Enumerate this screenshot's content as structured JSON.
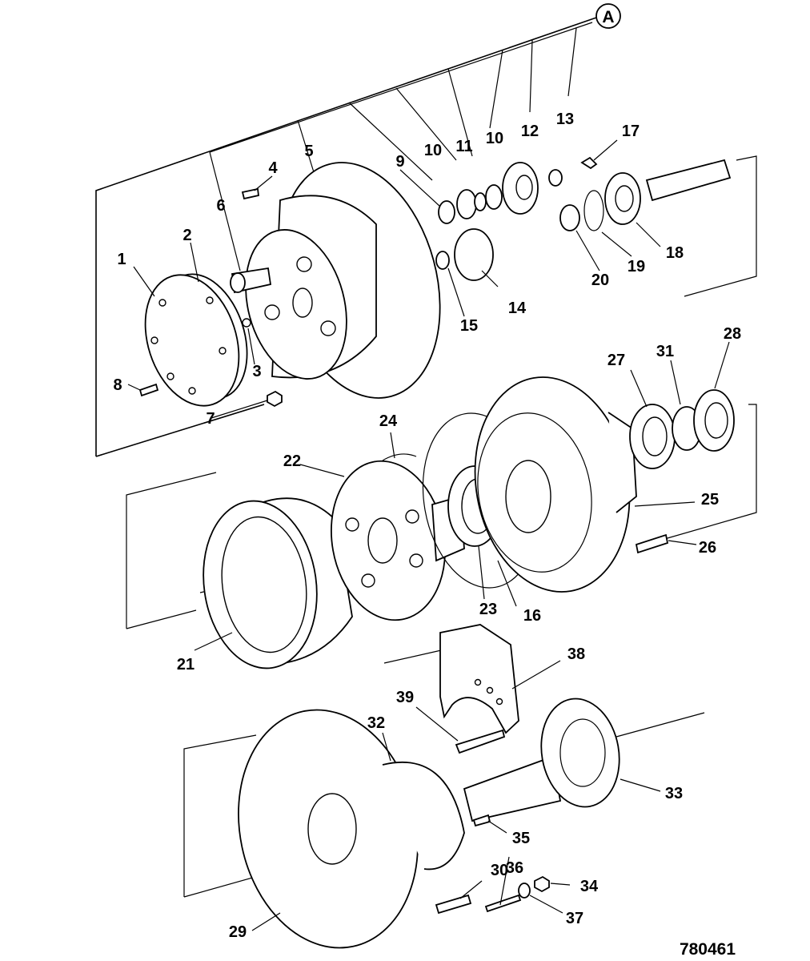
{
  "reference_marker": "A",
  "drawing_number": "780461",
  "callouts": [
    {
      "id": "1",
      "text": "1"
    },
    {
      "id": "2",
      "text": "2"
    },
    {
      "id": "3",
      "text": "3"
    },
    {
      "id": "4",
      "text": "4"
    },
    {
      "id": "5",
      "text": "5"
    },
    {
      "id": "6",
      "text": "6"
    },
    {
      "id": "7",
      "text": "7"
    },
    {
      "id": "8",
      "text": "8"
    },
    {
      "id": "9",
      "text": "9"
    },
    {
      "id": "10a",
      "text": "10"
    },
    {
      "id": "10b",
      "text": "10"
    },
    {
      "id": "11",
      "text": "11"
    },
    {
      "id": "12",
      "text": "12"
    },
    {
      "id": "13",
      "text": "13"
    },
    {
      "id": "14",
      "text": "14"
    },
    {
      "id": "15",
      "text": "15"
    },
    {
      "id": "16",
      "text": "16"
    },
    {
      "id": "17",
      "text": "17"
    },
    {
      "id": "18",
      "text": "18"
    },
    {
      "id": "19",
      "text": "19"
    },
    {
      "id": "20",
      "text": "20"
    },
    {
      "id": "21",
      "text": "21"
    },
    {
      "id": "22",
      "text": "22"
    },
    {
      "id": "23",
      "text": "23"
    },
    {
      "id": "24",
      "text": "24"
    },
    {
      "id": "25",
      "text": "25"
    },
    {
      "id": "26",
      "text": "26"
    },
    {
      "id": "27",
      "text": "27"
    },
    {
      "id": "28",
      "text": "28"
    },
    {
      "id": "29",
      "text": "29"
    },
    {
      "id": "30",
      "text": "30"
    },
    {
      "id": "31",
      "text": "31"
    },
    {
      "id": "32",
      "text": "32"
    },
    {
      "id": "33",
      "text": "33"
    },
    {
      "id": "34",
      "text": "34"
    },
    {
      "id": "35",
      "text": "35"
    },
    {
      "id": "36",
      "text": "36"
    },
    {
      "id": "37",
      "text": "37"
    },
    {
      "id": "38",
      "text": "38"
    },
    {
      "id": "39",
      "text": "39"
    }
  ]
}
